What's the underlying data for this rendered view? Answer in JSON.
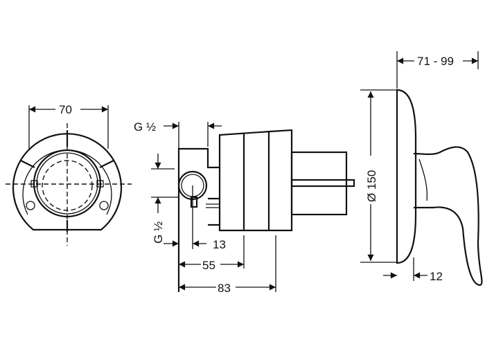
{
  "drawing": {
    "front_view": {
      "width_dim": "70"
    },
    "side_view": {
      "inlet_top": "G ½",
      "inlet_side": "G ½",
      "dim_13": "13",
      "dim_55": "55",
      "dim_83": "83"
    },
    "trim_view": {
      "depth_range": "71 - 99",
      "diameter": "Ø 150",
      "dim_12": "12"
    }
  }
}
